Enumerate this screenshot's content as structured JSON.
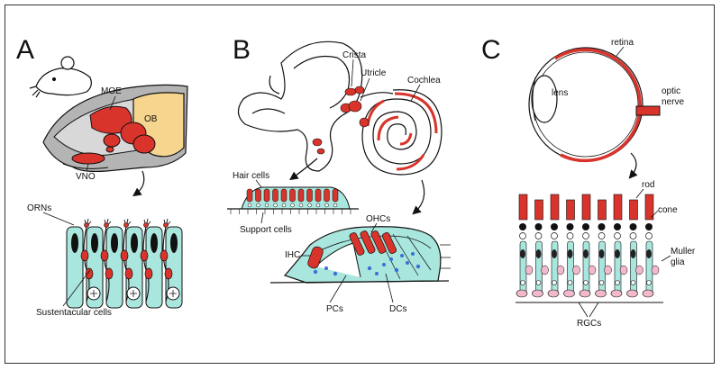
{
  "panels": {
    "a": {
      "letter": "A",
      "moe": "MOE",
      "ob": "OB",
      "vno": "VNO",
      "orns": "ORNs",
      "sustentacular": "Sustentacular cells"
    },
    "b": {
      "letter": "B",
      "crista": "Crista",
      "utricle": "Utricle",
      "cochlea": "Cochlea",
      "hair_cells": "Hair cells",
      "support_cells": "Support cells",
      "ohcs": "OHCs",
      "ihc": "IHC",
      "pcs": "PCs",
      "dcs": "DCs"
    },
    "c": {
      "letter": "C",
      "retina": "retina",
      "lens": "lens",
      "optic_nerve_1": "optic",
      "optic_nerve_2": "nerve",
      "rod": "rod",
      "cone": "cone",
      "muller_1": "Muller",
      "muller_2": "glia",
      "rgcs": "RGCs"
    }
  },
  "colors": {
    "red": "#d9342b",
    "cyan": "#a8e6de",
    "tan": "#f6d58e",
    "grey": "#9a9a9a",
    "pink": "#f2b8cc",
    "blue": "#3b6fd6"
  }
}
